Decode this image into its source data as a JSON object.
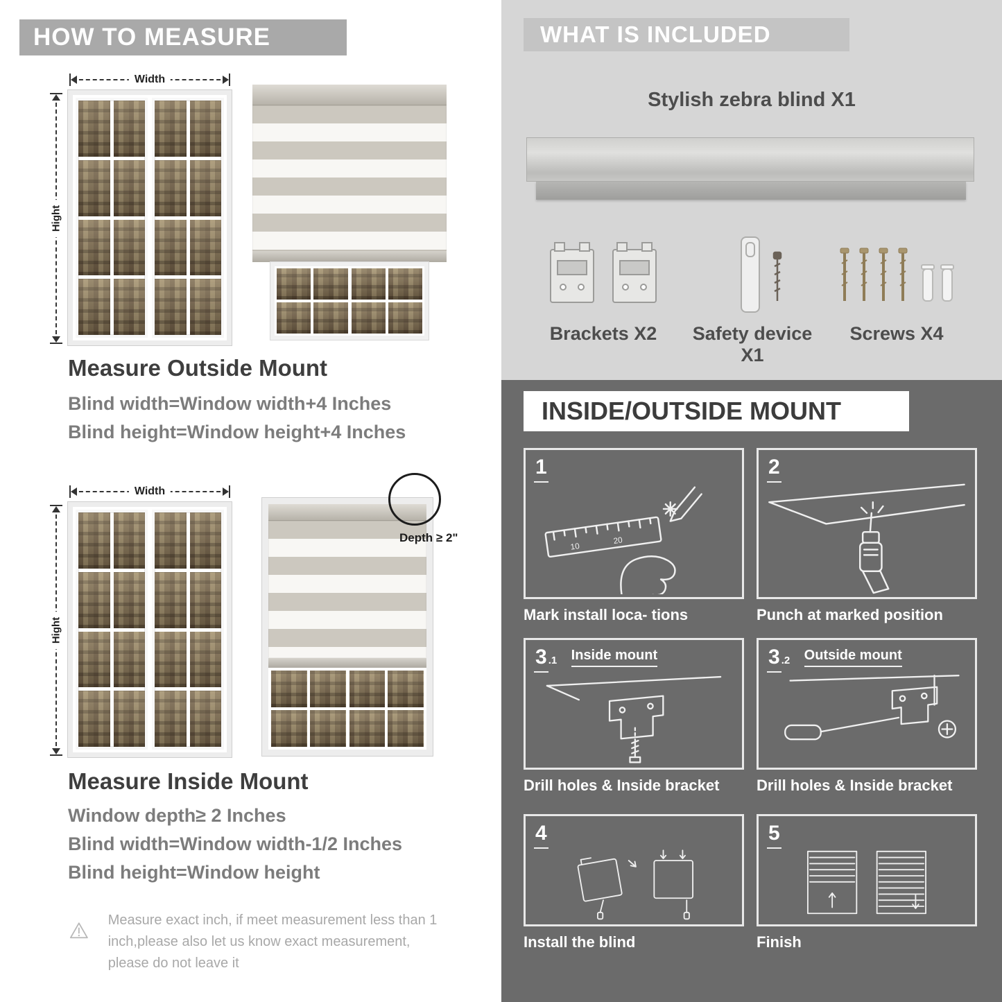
{
  "colors": {
    "left_header_bg": "#a9a9a9",
    "included_panel_bg": "#d6d6d6",
    "included_header_bg": "#c4c4c4",
    "mount_panel_bg": "#6b6b6b",
    "heading_text": "#3e3e3e",
    "formula_text": "#7c7c7c"
  },
  "measure": {
    "header": "HOW TO MEASURE",
    "width_label": "Width",
    "height_label": "Hight",
    "outside": {
      "title": "Measure Outside Mount",
      "lines": [
        "Blind width=Window width+4 Inches",
        "Blind height=Window height+4 Inches"
      ]
    },
    "inside": {
      "depth_note": "Depth ≥ 2\"",
      "title": "Measure Inside Mount",
      "lines": [
        "Window depth≥ 2 Inches",
        "Blind width=Window width-1/2 Inches",
        "Blind height=Window height"
      ]
    },
    "warning": "Measure exact inch, if meet measurement less than 1 inch,please also let us know exact measurement, please do not leave it"
  },
  "included": {
    "header": "WHAT IS INCLUDED",
    "product_label": "Stylish zebra blind X1",
    "items": [
      {
        "label": "Brackets X2"
      },
      {
        "label": "Safety device X1"
      },
      {
        "label": "Screws X4"
      }
    ]
  },
  "mount": {
    "header": "INSIDE/OUTSIDE MOUNT",
    "steps": [
      {
        "num": "1",
        "sub": "",
        "label": "",
        "caption": "Mark install loca- tions"
      },
      {
        "num": "2",
        "sub": "",
        "label": "",
        "caption": "Punch at  marked position"
      },
      {
        "num": "3",
        "sub": ".1",
        "label": "Inside mount",
        "caption": "Drill holes &  Inside bracket"
      },
      {
        "num": "3",
        "sub": ".2",
        "label": "Outside mount",
        "caption": "Drill holes &  Inside bracket"
      },
      {
        "num": "4",
        "sub": "",
        "label": "",
        "caption": "Install the blind"
      },
      {
        "num": "5",
        "sub": "",
        "label": "",
        "caption": "Finish"
      }
    ]
  }
}
